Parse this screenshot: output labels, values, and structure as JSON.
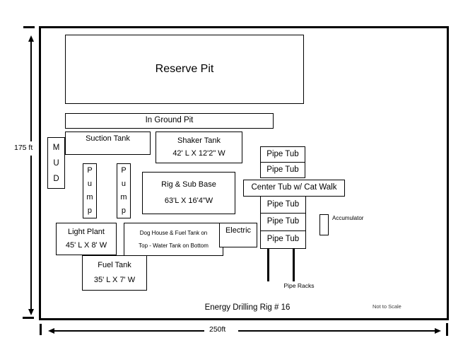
{
  "title": "Energy Drilling Rig # 16",
  "scale_note": "Not to Scale",
  "dimensions": {
    "height": "175 ft",
    "width": "250ft"
  },
  "boxes": {
    "reserve_pit": "Reserve Pit",
    "in_ground_pit": "In Ground Pit",
    "suction_tank": "Suction Tank",
    "shaker_tank_name": "Shaker Tank",
    "shaker_tank_size": "42' L X 12'2\" W",
    "mud_vertical": "M\nU\nD",
    "pump_vertical": "P\nu\nm\np",
    "rig_sub_base_name": "Rig & Sub Base",
    "rig_sub_base_size": "63'L X 16'4\"W",
    "pipe_tub": "Pipe Tub",
    "center_tub": "Center Tub w/ Cat Walk",
    "light_plant_name": "Light Plant",
    "light_plant_size": "45' L X 8' W",
    "dog_house_line1": "Dog House & Fuel Tank on",
    "dog_house_line2": "Top -  Water Tank on Bottom",
    "electric": "Electric",
    "accumulator": "Accumulator",
    "fuel_tank_name": "Fuel Tank",
    "fuel_tank_size": "35' L X 7' W",
    "pipe_racks": "Pipe Racks"
  },
  "colors": {
    "ink": "#000000",
    "background": "#ffffff"
  }
}
